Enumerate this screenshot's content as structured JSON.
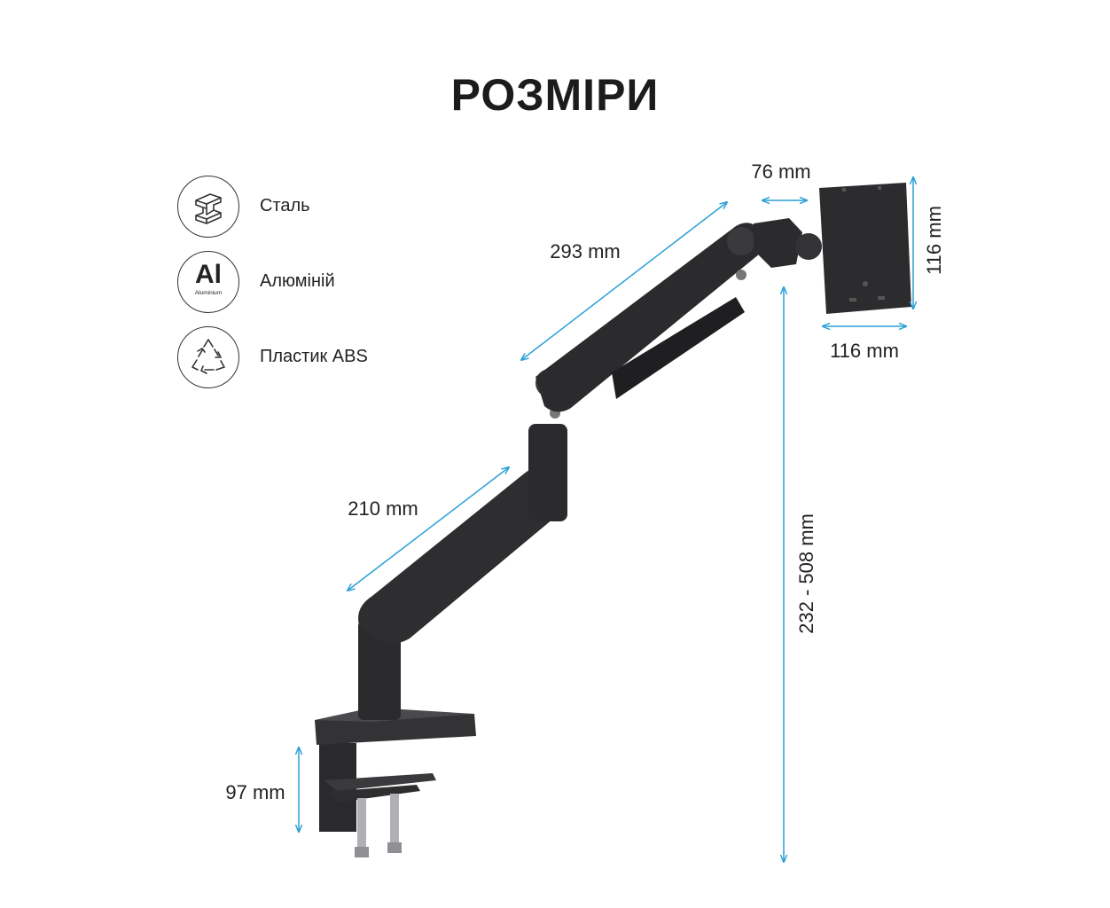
{
  "title": "РОЗМІРИ",
  "features": [
    {
      "icon": "steel-beam-icon",
      "label": "Сталь"
    },
    {
      "icon": "aluminium-icon",
      "label": "Алюміній",
      "icon_text": "Al",
      "icon_subtext": "Aluminium"
    },
    {
      "icon": "recycle-icon",
      "label": "Пластик ABS"
    }
  ],
  "dimensions": {
    "plate_depth": "76 mm",
    "plate_height": "116 mm",
    "plate_width": "116 mm",
    "upper_arm": "293 mm",
    "lower_arm": "210 mm",
    "height_range": "232 - 508 mm",
    "clamp": "97 mm"
  },
  "colors": {
    "dimension_line": "#2a9fd6",
    "arm": "#2b2b2d",
    "text": "#222222"
  }
}
